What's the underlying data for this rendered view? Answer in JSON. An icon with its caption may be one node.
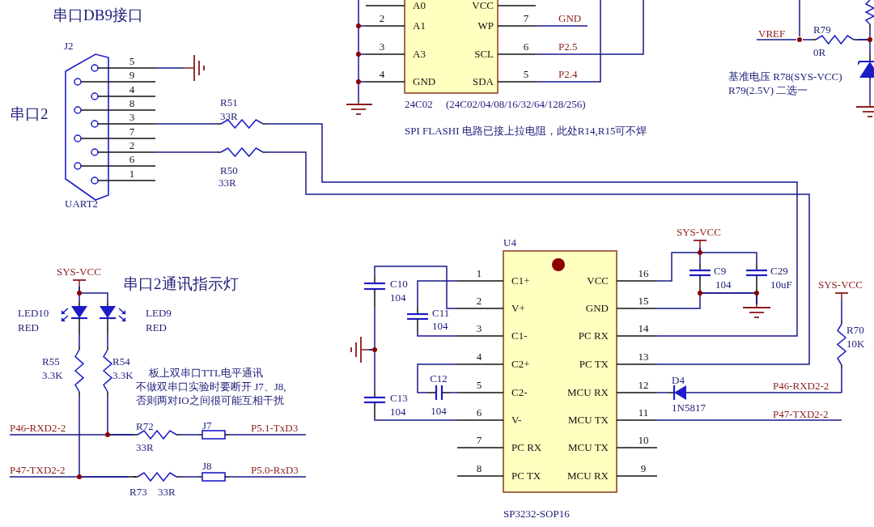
{
  "diagram": {
    "nodes": [
      {
        "text": [
          "J2",
          "5",
          "9",
          "4",
          "8",
          "3",
          "7",
          "2",
          "6",
          "1",
          "UART2"
        ]
      },
      {
        "text": [],
        "shape": "ground"
      },
      {
        "text": [
          "R51",
          "33R"
        ]
      },
      {
        "text": [
          "R50",
          "33R"
        ]
      },
      {
        "text": [
          "A0",
          "VCC",
          "2",
          "A1",
          "WP",
          "7",
          "3",
          "A3",
          "SCL",
          "6",
          "4",
          "GND",
          "SDA",
          "5"
        ]
      },
      {
        "text": [],
        "shape": "ground"
      },
      {
        "text": [
          "GND"
        ]
      },
      {
        "text": [
          "P2.5"
        ]
      },
      {
        "text": [
          "P2.4"
        ]
      },
      {
        "text": [],
        "shape": "dot"
      },
      {
        "text": [
          "VREF"
        ]
      },
      {
        "text": [
          "R79",
          "0R"
        ]
      },
      {
        "text": [],
        "shape": "diode"
      },
      {
        "text": [],
        "shape": "ground"
      },
      {
        "text": [],
        "shape": "resistor"
      },
      {
        "text": [
          "SYS-VCC"
        ]
      },
      {
        "text": [
          "LED10",
          "RED"
        ]
      },
      {
        "text": [
          "LED9",
          "RED"
        ]
      },
      {
        "text": [
          "R55",
          "3.3K"
        ]
      },
      {
        "text": [
          "R54",
          "3.3K"
        ]
      },
      {
        "text": [
          "P46-RXD2-2"
        ]
      },
      {
        "text": [
          "P47-TXD2-2"
        ]
      },
      {
        "text": [
          "R72",
          "33R"
        ]
      },
      {
        "text": [
          "J7"
        ]
      },
      {
        "text": [
          "P5.1-TxD3"
        ]
      },
      {
        "text": [
          "R73",
          "33R"
        ]
      },
      {
        "text": [
          "J8"
        ]
      },
      {
        "text": [
          "P5.0-RxD3"
        ]
      },
      {
        "text": [
          "U4",
          "1",
          "C1+",
          "VCC",
          "16",
          "2",
          "V+",
          "GND",
          "15",
          "3",
          "C1-",
          "PC RX",
          "14",
          "4",
          "C2+",
          "PC TX",
          "13",
          "5",
          "C2-",
          "MCU RX",
          "12",
          "6",
          "V-",
          "MCU TX",
          "11",
          "7",
          "PC RX",
          "MCU TX",
          "10",
          "8",
          "PC TX",
          "MCU RX",
          "9",
          "SP3232-SOP16"
        ]
      },
      {
        "text": [
          "C10",
          "104"
        ]
      },
      {
        "text": [
          "C11",
          "104"
        ]
      },
      {
        "text": [
          "C12",
          "104"
        ]
      },
      {
        "text": [
          "C13",
          "104"
        ]
      },
      {
        "text": [],
        "shape": "ground"
      },
      {
        "text": [
          "SYS-VCC"
        ]
      },
      {
        "text": [
          "C9",
          "104"
        ]
      },
      {
        "text": [
          "C29",
          "10uF"
        ]
      },
      {
        "text": [],
        "shape": "ground"
      },
      {
        "text": [
          "D4",
          "1N5817"
        ]
      },
      {
        "text": [
          "P46-RXD2-2"
        ]
      },
      {
        "text": [
          "R70",
          "10K"
        ]
      },
      {
        "text": [
          "SYS-VCC"
        ]
      },
      {
        "text": [
          "P47-TXD2-2"
        ]
      }
    ],
    "edges": [
      {
        "from": 0,
        "to": 1,
        "arrow": "none"
      },
      {
        "from": 0,
        "to": 2,
        "arrow": "none"
      },
      {
        "from": 0,
        "to": 3,
        "arrow": "none"
      },
      {
        "from": 28,
        "to": 2,
        "arrow": "none"
      },
      {
        "from": 28,
        "to": 3,
        "arrow": "none"
      },
      {
        "from": 4,
        "to": 5,
        "arrow": "none"
      },
      {
        "from": 4,
        "to": 6,
        "arrow": "none"
      },
      {
        "from": 4,
        "to": 7,
        "arrow": "none"
      },
      {
        "from": 7,
        "to": null,
        "arrow": "none"
      },
      {
        "from": 4,
        "to": 8,
        "arrow": "none"
      },
      {
        "from": 8,
        "to": null,
        "arrow": "none"
      },
      {
        "from": 9,
        "to": 11,
        "arrow": "none"
      },
      {
        "from": 11,
        "to": 14,
        "arrow": "none"
      },
      {
        "from": 11,
        "to": 12,
        "arrow": "none"
      },
      {
        "from": 12,
        "to": 13,
        "arrow": "none"
      },
      {
        "from": 15,
        "to": 16,
        "arrow": "none"
      },
      {
        "from": 15,
        "to": 17,
        "arrow": "none"
      },
      {
        "from": 16,
        "to": 18,
        "arrow": "none"
      },
      {
        "from": 17,
        "to": 19,
        "arrow": "none"
      },
      {
        "from": 20,
        "to": 22,
        "arrow": "none"
      },
      {
        "from": 19,
        "to": 22,
        "arrow": "none"
      },
      {
        "from": 22,
        "to": 23,
        "arrow": "none"
      },
      {
        "from": 23,
        "to": 24,
        "arrow": "none"
      },
      {
        "from": 21,
        "to": 25,
        "arrow": "none"
      },
      {
        "from": 18,
        "to": 25,
        "arrow": "none"
      },
      {
        "from": 25,
        "to": 26,
        "arrow": "none"
      },
      {
        "from": 26,
        "to": 27,
        "arrow": "none"
      },
      {
        "from": 29,
        "to": 28,
        "arrow": "none"
      },
      {
        "from": 30,
        "to": 28,
        "arrow": "none"
      },
      {
        "from": 30,
        "to": 28,
        "arrow": "none"
      },
      {
        "from": 31,
        "to": 28,
        "arrow": "none"
      },
      {
        "from": 31,
        "to": 28,
        "arrow": "none"
      },
      {
        "from": 32,
        "to": 28,
        "arrow": "none"
      },
      {
        "from": 29,
        "to": 33,
        "arrow": "none"
      },
      {
        "from": 32,
        "to": 33,
        "arrow": "none"
      },
      {
        "from": 28,
        "to": 34,
        "arrow": "none"
      },
      {
        "from": 34,
        "to": 35,
        "arrow": "none"
      },
      {
        "from": 34,
        "to": 36,
        "arrow": "none"
      },
      {
        "from": 28,
        "to": 37,
        "arrow": "none"
      },
      {
        "from": 35,
        "to": 37,
        "arrow": "none"
      },
      {
        "from": 36,
        "to": 37,
        "arrow": "none"
      },
      {
        "from": 28,
        "to": 38,
        "arrow": "none"
      },
      {
        "from": 38,
        "to": 39,
        "arrow": "none"
      },
      {
        "from": 39,
        "to": 40,
        "arrow": "none"
      },
      {
        "from": 40,
        "to": 41,
        "arrow": "none"
      },
      {
        "from": 28,
        "to": 42,
        "arrow": "none"
      },
      {
        "from": 10,
        "to": 9,
        "arrow": "none"
      },
      {
        "from": 9,
        "to": null,
        "arrow": "none"
      }
    ],
    "labels": [
      "串口DB9接口",
      "串口2",
      "24C02",
      "(24C02/04/08/16/32/64/128/256)",
      "SPI FLASHI 电路已接上拉电阻，此处R14,R15可不焊",
      "基准电压 R78(SYS-VCC) R79(2.5V) 二选一",
      "串口2通讯指示灯",
      "板上双串口TTL电平通讯不做双串口实验时要断开 J7、J8,否则两对IO之间很可能互相干扰"
    ]
  }
}
